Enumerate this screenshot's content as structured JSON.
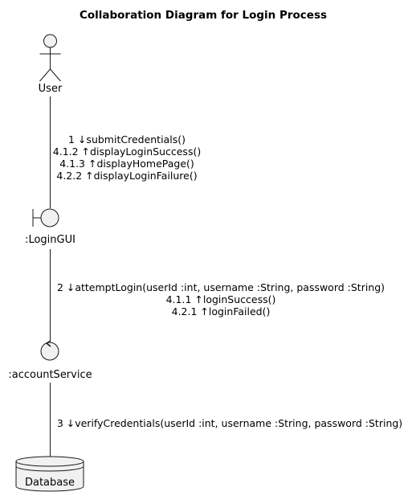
{
  "diagram": {
    "title": "Collaboration Diagram for Login Process",
    "colors": {
      "fill": "#f1f1f1",
      "stroke": "#181818",
      "text": "#000000"
    },
    "participants": {
      "user": {
        "label": "User",
        "kind": "actor"
      },
      "login_gui": {
        "label": ":LoginGUI",
        "kind": "boundary"
      },
      "account_service": {
        "label": ":accountService",
        "kind": "control"
      },
      "database": {
        "label": "Database",
        "kind": "database"
      }
    },
    "links": {
      "user_to_gui": {
        "messages": [
          "1 ↓submitCredentials()",
          "4.1.2 ↑displayLoginSuccess()",
          "4.1.3 ↑displayHomePage()",
          "4.2.2 ↑displayLoginFailure()"
        ]
      },
      "gui_to_service": {
        "messages": [
          "2 ↓attemptLogin(userId :int, username :String, password :String)",
          "4.1.1 ↑loginSuccess()",
          "4.2.1 ↑loginFailed()"
        ]
      },
      "service_to_db": {
        "messages": [
          "3 ↓verifyCredentials(userId :int, username :String, password :String)"
        ]
      }
    }
  }
}
